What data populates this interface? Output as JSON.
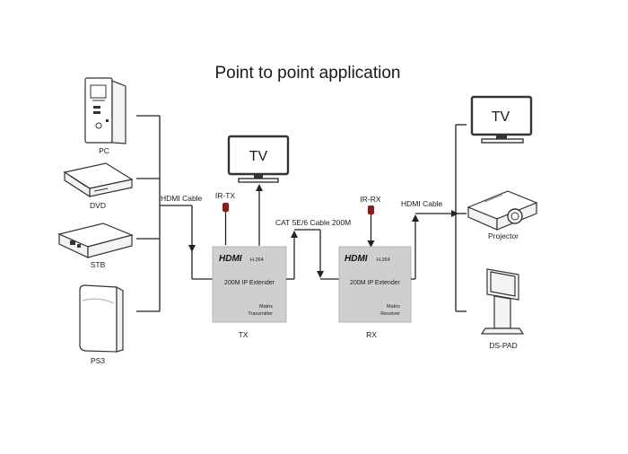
{
  "title": "Point to point application",
  "sources": {
    "pc": "PC",
    "dvd": "DVD",
    "stb": "STB",
    "ps3": "PS3"
  },
  "sinks": {
    "tv": "TV",
    "projector": "Projector",
    "ds_pad": "DS-PAD"
  },
  "local_tv": "TV",
  "cables": {
    "hdmi_in": "HDMI Cable",
    "cat": "CAT 5E/6 Cable 200M",
    "hdmi_out": "HDMI Cable"
  },
  "ir": {
    "tx": "IR-TX",
    "rx": "IR-RX"
  },
  "transmitter": {
    "logo": "HDMI",
    "codec": "H.264",
    "model": "200M IP Extender",
    "type_line1": "Matrix",
    "type_line2": "Transmitter",
    "caption": "TX"
  },
  "receiver": {
    "logo": "HDMI",
    "codec": "H.264",
    "model": "200M IP Extender",
    "type_line1": "Matrix",
    "type_line2": "Receiver",
    "caption": "RX"
  },
  "colors": {
    "box_fill": "#cfcfcf",
    "ir_emitter": "#8b1a1a",
    "line": "#222222"
  }
}
